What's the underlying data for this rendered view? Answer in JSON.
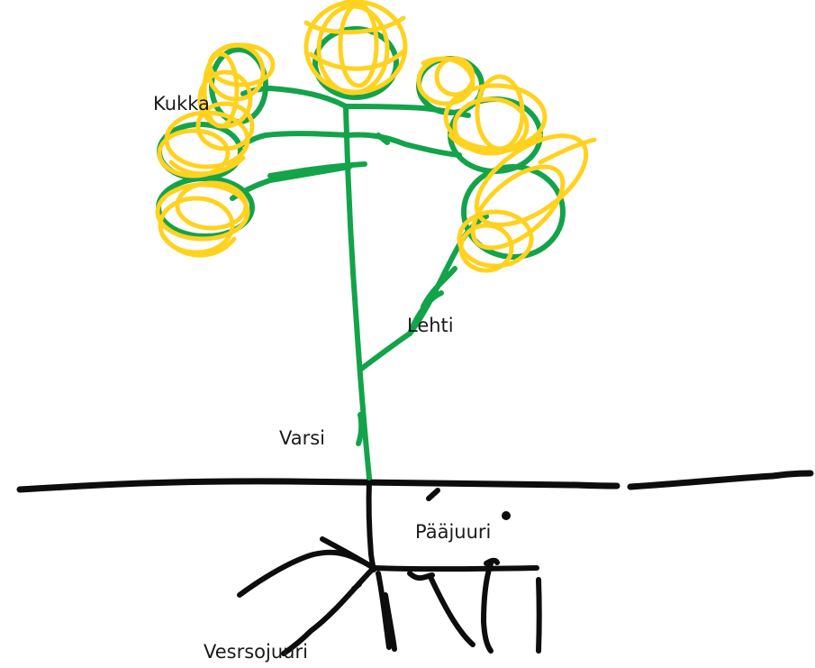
{
  "colors": {
    "flower": "#ffd21f",
    "stem": "#13a34a",
    "ground": "#0d0d0d",
    "root": "#0d0d0d",
    "background": "#ffffff",
    "text": "#1a1a1a"
  },
  "labels": {
    "flower": "Kukka",
    "leaf": "Lehti",
    "stem": "Varsi",
    "taproot": "Pääjuuri",
    "side_root": "Vesrsojuuri"
  }
}
